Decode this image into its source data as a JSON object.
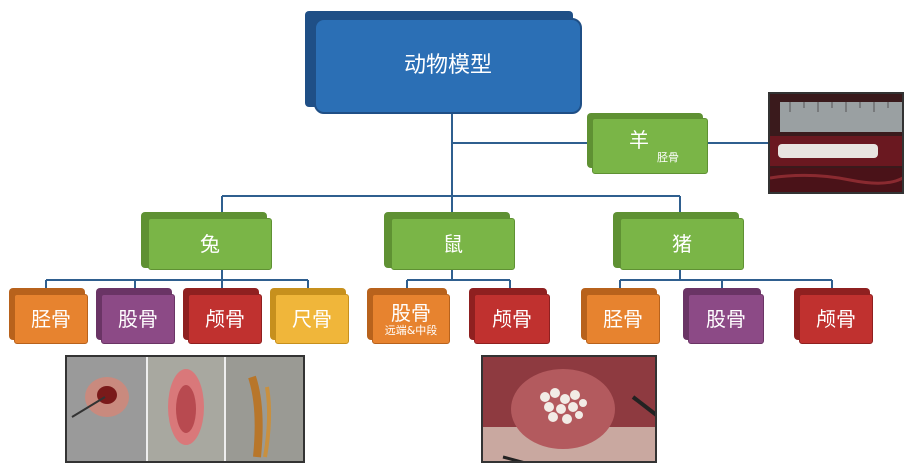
{
  "root": {
    "label": "动物模型"
  },
  "sheep": {
    "label": "羊",
    "sub": "胫骨"
  },
  "rabbit": {
    "label": "兔",
    "children": [
      "胫骨",
      "股骨",
      "颅骨",
      "尺骨"
    ]
  },
  "rat": {
    "label": "鼠",
    "child1": {
      "label": "股骨",
      "sub": "远端&中段"
    },
    "child2": "颅骨"
  },
  "pig": {
    "label": "猪",
    "children": [
      "胫骨",
      "股骨",
      "颅骨"
    ]
  },
  "colors": {
    "blue": "#2b6fb5",
    "green": "#7ab547",
    "orange": "#e7832f",
    "purple": "#8c4a86",
    "red": "#c0312f",
    "yellow": "#f0b63a",
    "line": "#2f5f8f"
  }
}
